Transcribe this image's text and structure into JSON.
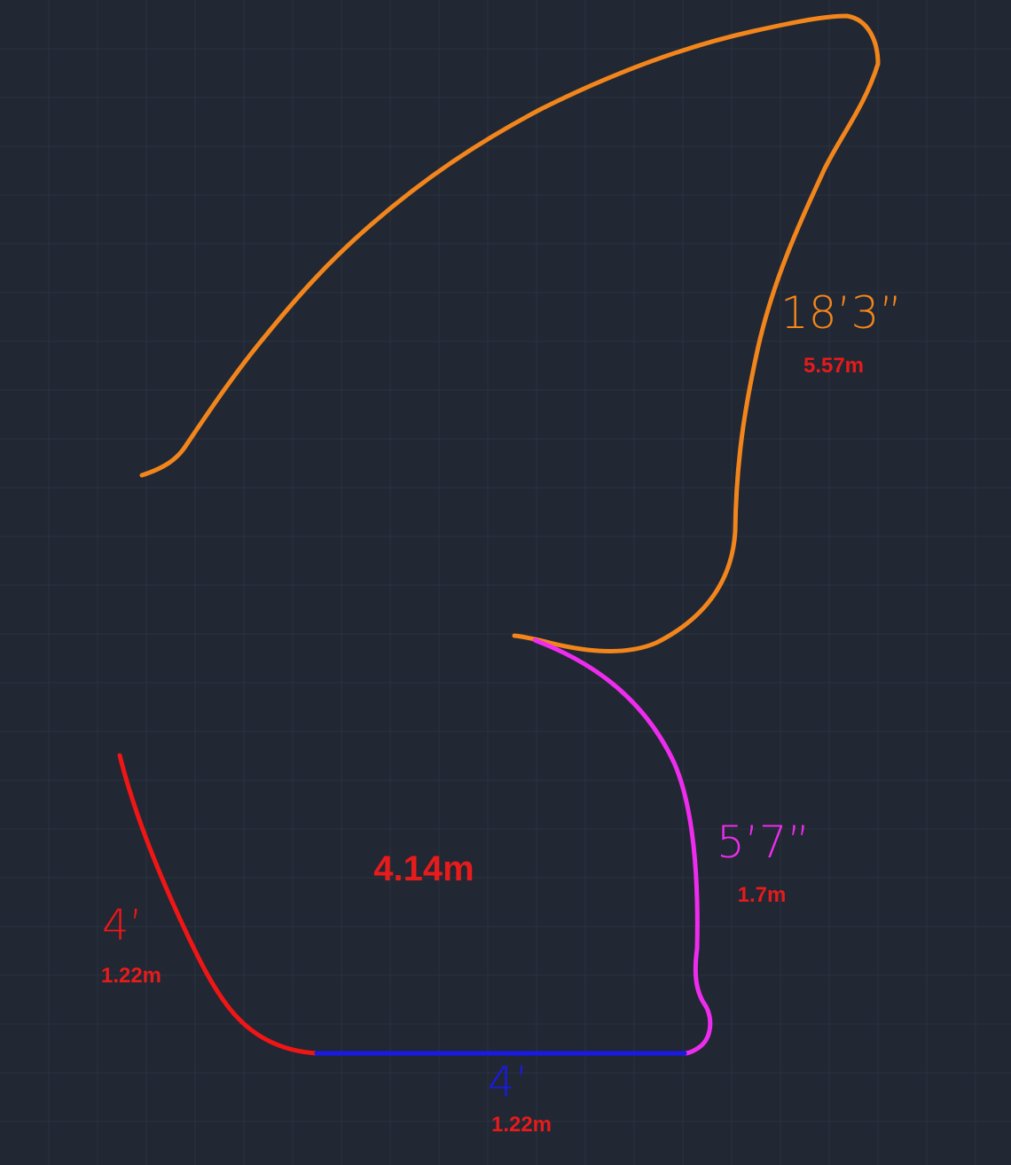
{
  "colors": {
    "background": "#212733",
    "grid": "#2c3340",
    "fin_outline": "#f2851b",
    "tip_curve": "#ee2cee",
    "left_curve": "#f01616",
    "base_line": "#1a1ae6",
    "metric_text": "#e61b1b"
  },
  "labels": {
    "fin_length_imperial": "18’3”",
    "fin_length_metric": "5.57m",
    "tip_length_imperial": "5’7”",
    "tip_length_metric": "1.7m",
    "left_length_imperial": "4’",
    "left_length_metric": "1.22m",
    "base_length_imperial": "4’",
    "base_length_metric": "1.22m",
    "center_metric": "4.14m"
  }
}
